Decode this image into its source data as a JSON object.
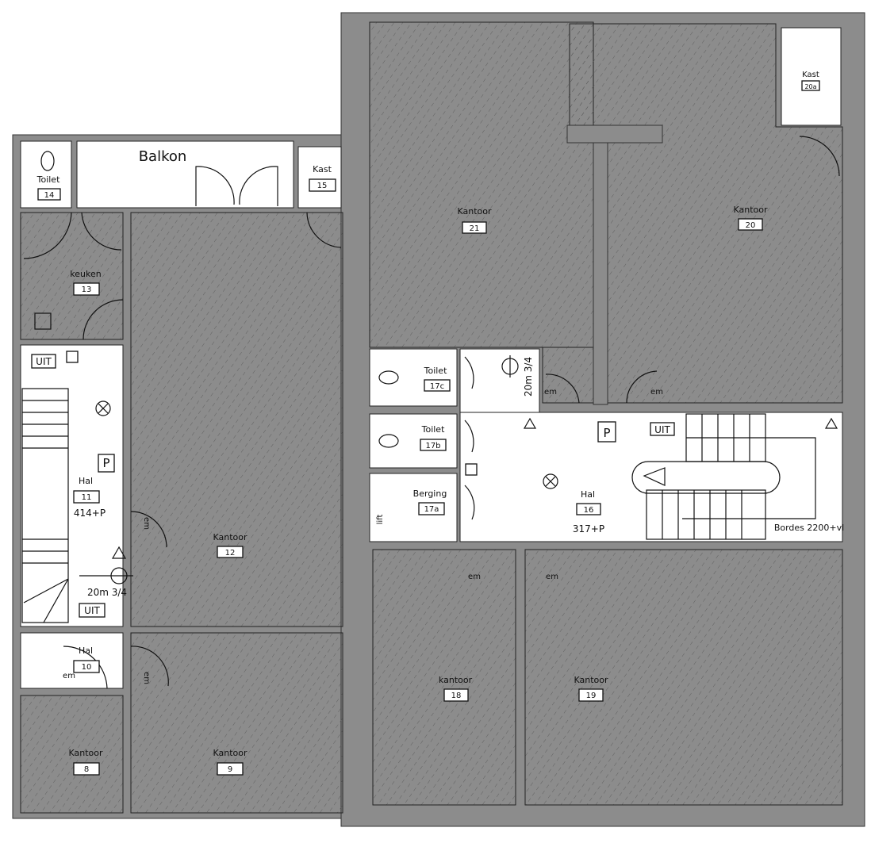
{
  "plan": {
    "rooms": {
      "toilet14": {
        "name": "Toilet",
        "number": "14"
      },
      "balkon": {
        "name": "Balkon"
      },
      "kast15": {
        "name": "Kast",
        "number": "15"
      },
      "keuken13": {
        "name": "keuken",
        "number": "13"
      },
      "hal11": {
        "name": "Hal",
        "number": "11",
        "extra": "414+P"
      },
      "kantoor12": {
        "name": "Kantoor",
        "number": "12"
      },
      "hal10": {
        "name": "Hal",
        "number": "10"
      },
      "kantoor8": {
        "name": "Kantoor",
        "number": "8"
      },
      "kantoor9": {
        "name": "Kantoor",
        "number": "9"
      },
      "kantoor21": {
        "name": "Kantoor",
        "number": "21"
      },
      "kantoor20": {
        "name": "Kantoor",
        "number": "20"
      },
      "kast20a": {
        "name": "Kast",
        "number": "20a"
      },
      "toilet17c": {
        "name": "Toilet",
        "number": "17c"
      },
      "toilet17b": {
        "name": "Toilet",
        "number": "17b"
      },
      "berging17a": {
        "name": "Berging",
        "number": "17a"
      },
      "hal16": {
        "name": "Hal",
        "number": "16",
        "extra": "317+P"
      },
      "kantoor18": {
        "name": "kantoor",
        "number": "18"
      },
      "kantoor19": {
        "name": "Kantoor",
        "number": "19"
      }
    },
    "symbols": {
      "exit": "UIT",
      "parking": "P",
      "hose": "20m 3/4",
      "emergency_light": "em",
      "landing": "Bordes 2200+vl",
      "lift": "lift"
    },
    "colors": {
      "wall": "#8c8c8c",
      "hatch": "#555555",
      "line": "#111111"
    }
  }
}
